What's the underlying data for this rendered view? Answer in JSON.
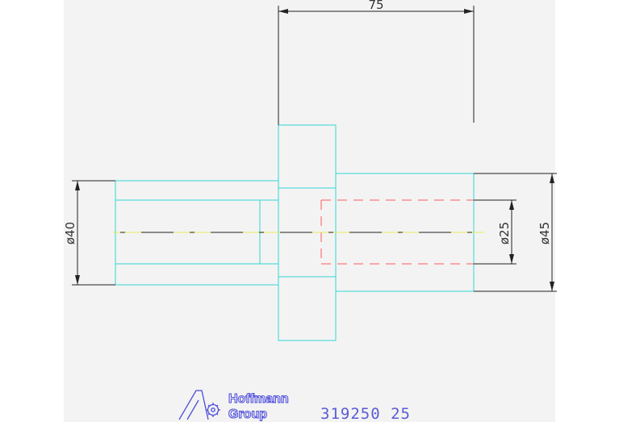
{
  "drawing": {
    "dimensions": {
      "length": "75",
      "dia_left": "ø40",
      "dia_bore": "ø25",
      "dia_right": "ø45"
    },
    "title_block": {
      "company_line1": "Hoffmann",
      "company_line2": "Group",
      "part_number": "319250 25"
    },
    "colors": {
      "part_outline": "#35d6d6",
      "hidden_line": "#ff5a5a",
      "center_line_yellow": "#e8e85a",
      "center_line_dark": "#222222",
      "dimension_line": "#222222",
      "part_number_text": "#5b5bd6",
      "logo": "#4c4cd8",
      "sheet_background": "#f3f3f3"
    }
  }
}
